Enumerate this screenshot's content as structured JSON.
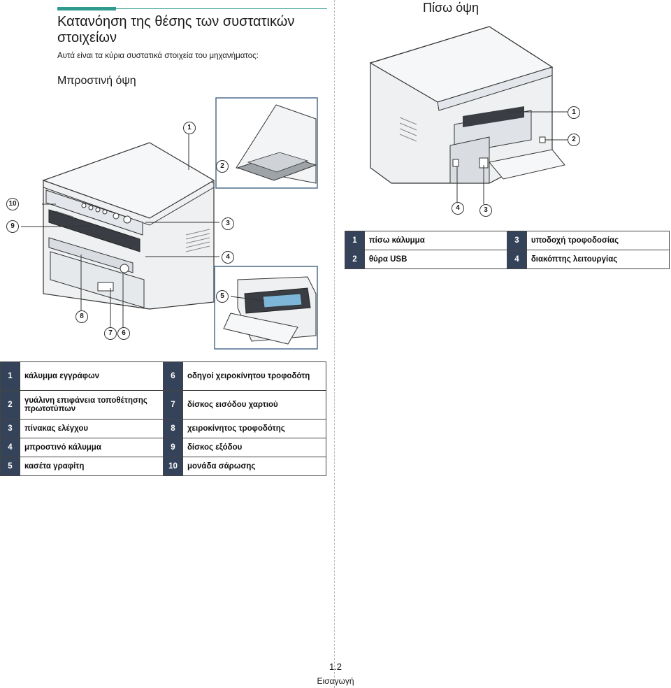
{
  "title": "Κατανόηση της θέσης των συστατικών στοιχείων",
  "subtitle": "Αυτά είναι τα κύρια συστατικά στοιχεία του μηχανήματος:",
  "front_view": {
    "heading": "Μπροστινή όψη",
    "callouts": [
      "1",
      "2",
      "3",
      "4",
      "5",
      "6",
      "7",
      "8",
      "9",
      "10"
    ],
    "parts": [
      {
        "num": "1",
        "label": "κάλυμμα εγγράφων"
      },
      {
        "num": "2",
        "label": "γυάλινη επιφάνεια τοποθέτησης πρωτοτύπων"
      },
      {
        "num": "3",
        "label": "πίνακας ελέγχου"
      },
      {
        "num": "4",
        "label": "μπροστινό κάλυμμα"
      },
      {
        "num": "5",
        "label": "κασέτα γραφίτη"
      },
      {
        "num": "6",
        "label": "οδηγοί χειροκίνητου τροφοδότη"
      },
      {
        "num": "7",
        "label": "δίσκος εισόδου χαρτιού"
      },
      {
        "num": "8",
        "label": "χειροκίνητος τροφοδότης"
      },
      {
        "num": "9",
        "label": "δίσκος εξόδου"
      },
      {
        "num": "10",
        "label": "μονάδα σάρωσης"
      }
    ]
  },
  "rear_view": {
    "heading": "Πίσω όψη",
    "callouts": [
      "1",
      "2",
      "3",
      "4"
    ],
    "parts": [
      {
        "num": "1",
        "label": "πίσω κάλυμμα"
      },
      {
        "num": "2",
        "label": "θύρα USB"
      },
      {
        "num": "3",
        "label": "υποδοχή τροφοδοσίας"
      },
      {
        "num": "4",
        "label": "διακόπτης λειτουργίας"
      }
    ]
  },
  "footer": {
    "page": "1.2",
    "section": "Εισαγωγή"
  }
}
